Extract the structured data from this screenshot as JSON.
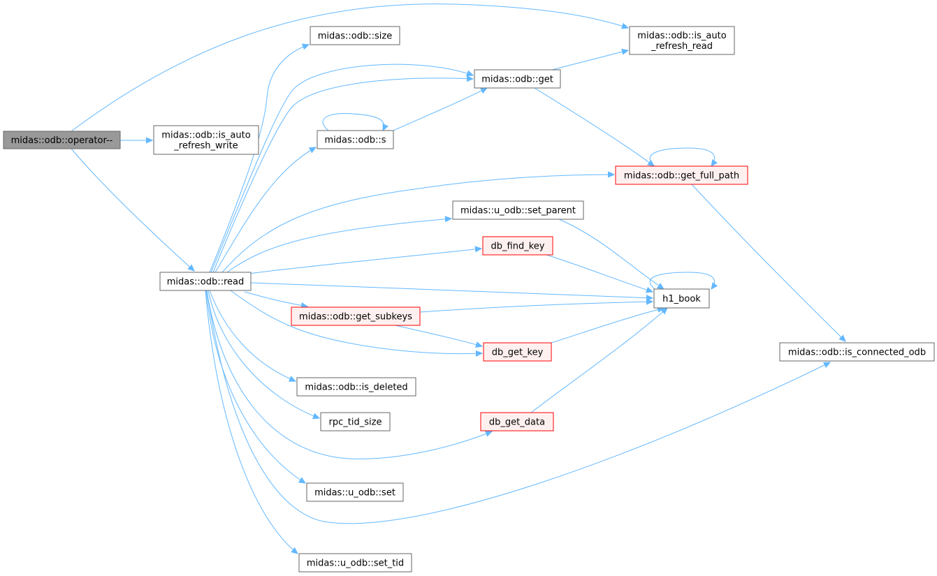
{
  "colors": {
    "edge": "#63b8ff",
    "node_border": "#666666",
    "node_fill": "#ffffff",
    "root_fill": "#999999",
    "root_border": "#666666",
    "truncated_border": "#ff0000",
    "truncated_fill": "#fff0f0"
  },
  "nodes": [
    {
      "id": "operator_minus",
      "lines": [
        "midas::odb::operator--"
      ],
      "style": "root"
    },
    {
      "id": "is_auto_refresh_write",
      "lines": [
        "midas::odb::is_auto",
        "_refresh_write"
      ],
      "style": "normal"
    },
    {
      "id": "read",
      "lines": [
        "midas::odb::read"
      ],
      "style": "normal"
    },
    {
      "id": "size",
      "lines": [
        "midas::odb::size"
      ],
      "style": "normal"
    },
    {
      "id": "is_auto_refresh_read",
      "lines": [
        "midas::odb::is_auto",
        "_refresh_read"
      ],
      "style": "normal"
    },
    {
      "id": "get",
      "lines": [
        "midas::odb::get"
      ],
      "style": "normal"
    },
    {
      "id": "s",
      "lines": [
        "midas::odb::s"
      ],
      "style": "normal"
    },
    {
      "id": "get_full_path",
      "lines": [
        "midas::odb::get_full_path"
      ],
      "style": "truncated"
    },
    {
      "id": "set_parent",
      "lines": [
        "midas::u_odb::set_parent"
      ],
      "style": "normal"
    },
    {
      "id": "db_find_key",
      "lines": [
        "db_find_key"
      ],
      "style": "truncated"
    },
    {
      "id": "h1_book",
      "lines": [
        "h1_book"
      ],
      "style": "normal"
    },
    {
      "id": "get_subkeys",
      "lines": [
        "midas::odb::get_subkeys"
      ],
      "style": "truncated"
    },
    {
      "id": "db_get_key",
      "lines": [
        "db_get_key"
      ],
      "style": "truncated"
    },
    {
      "id": "is_connected_odb",
      "lines": [
        "midas::odb::is_connected_odb"
      ],
      "style": "normal"
    },
    {
      "id": "is_deleted",
      "lines": [
        "midas::odb::is_deleted"
      ],
      "style": "normal"
    },
    {
      "id": "rpc_tid_size",
      "lines": [
        "rpc_tid_size"
      ],
      "style": "normal"
    },
    {
      "id": "db_get_data",
      "lines": [
        "db_get_data"
      ],
      "style": "truncated"
    },
    {
      "id": "u_odb_set",
      "lines": [
        "midas::u_odb::set"
      ],
      "style": "normal"
    },
    {
      "id": "set_tid",
      "lines": [
        "midas::u_odb::set_tid"
      ],
      "style": "normal"
    }
  ],
  "edges": [
    {
      "from": "operator_minus",
      "to": "is_auto_refresh_read"
    },
    {
      "from": "operator_minus",
      "to": "is_auto_refresh_write"
    },
    {
      "from": "operator_minus",
      "to": "read"
    },
    {
      "from": "read",
      "to": "size"
    },
    {
      "from": "read",
      "to": "get"
    },
    {
      "from": "read",
      "to": "get"
    },
    {
      "from": "read",
      "to": "s"
    },
    {
      "from": "read",
      "to": "get_full_path"
    },
    {
      "from": "read",
      "to": "set_parent"
    },
    {
      "from": "read",
      "to": "db_find_key"
    },
    {
      "from": "read",
      "to": "h1_book"
    },
    {
      "from": "read",
      "to": "get_subkeys"
    },
    {
      "from": "read",
      "to": "db_get_key"
    },
    {
      "from": "read",
      "to": "is_deleted"
    },
    {
      "from": "read",
      "to": "rpc_tid_size"
    },
    {
      "from": "read",
      "to": "db_get_data"
    },
    {
      "from": "read",
      "to": "u_odb_set"
    },
    {
      "from": "read",
      "to": "is_connected_odb"
    },
    {
      "from": "read",
      "to": "set_tid"
    },
    {
      "from": "get",
      "to": "is_auto_refresh_read"
    },
    {
      "from": "get",
      "to": "get_full_path"
    },
    {
      "from": "s",
      "to": "s"
    },
    {
      "from": "s",
      "to": "get"
    },
    {
      "from": "get_full_path",
      "to": "get_full_path"
    },
    {
      "from": "get_full_path",
      "to": "is_connected_odb"
    },
    {
      "from": "set_parent",
      "to": "h1_book"
    },
    {
      "from": "db_find_key",
      "to": "h1_book"
    },
    {
      "from": "h1_book",
      "to": "h1_book"
    },
    {
      "from": "get_subkeys",
      "to": "h1_book"
    },
    {
      "from": "get_subkeys",
      "to": "db_get_key"
    },
    {
      "from": "db_get_key",
      "to": "h1_book"
    },
    {
      "from": "db_get_data",
      "to": "h1_book"
    }
  ]
}
